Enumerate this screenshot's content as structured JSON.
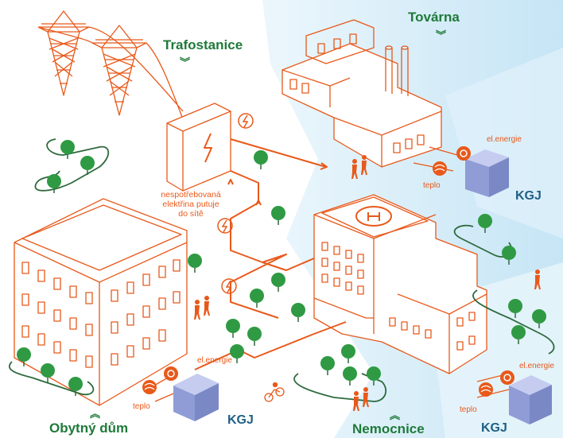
{
  "labels": {
    "substation": "Trafostanice",
    "factory": "Továrna",
    "residential": "Obytný dům",
    "hospital": "Nemocnice"
  },
  "note": {
    "line1": "nespotřebovaná",
    "line2": "elektřina putuje",
    "line3": "do sítě"
  },
  "units": {
    "factory": {
      "name": "KGJ",
      "power": "el.energie",
      "heat": "teplo"
    },
    "residential": {
      "name": "KGJ",
      "power": "el.energie",
      "heat": "teplo"
    },
    "hospital": {
      "name": "KGJ",
      "power": "el.energie",
      "heat": "teplo"
    }
  },
  "icons": [
    "lightning-icon",
    "power-plug-icon",
    "heat-coil-icon",
    "helipad-icon",
    "chevron-down-icon",
    "chevron-up-icon"
  ],
  "colors": {
    "line": "#e8591a",
    "tree": "#2f9a43",
    "path": "#2e6a3d",
    "kgj": "#8f9cd6",
    "sky": "#cfe8f6"
  }
}
